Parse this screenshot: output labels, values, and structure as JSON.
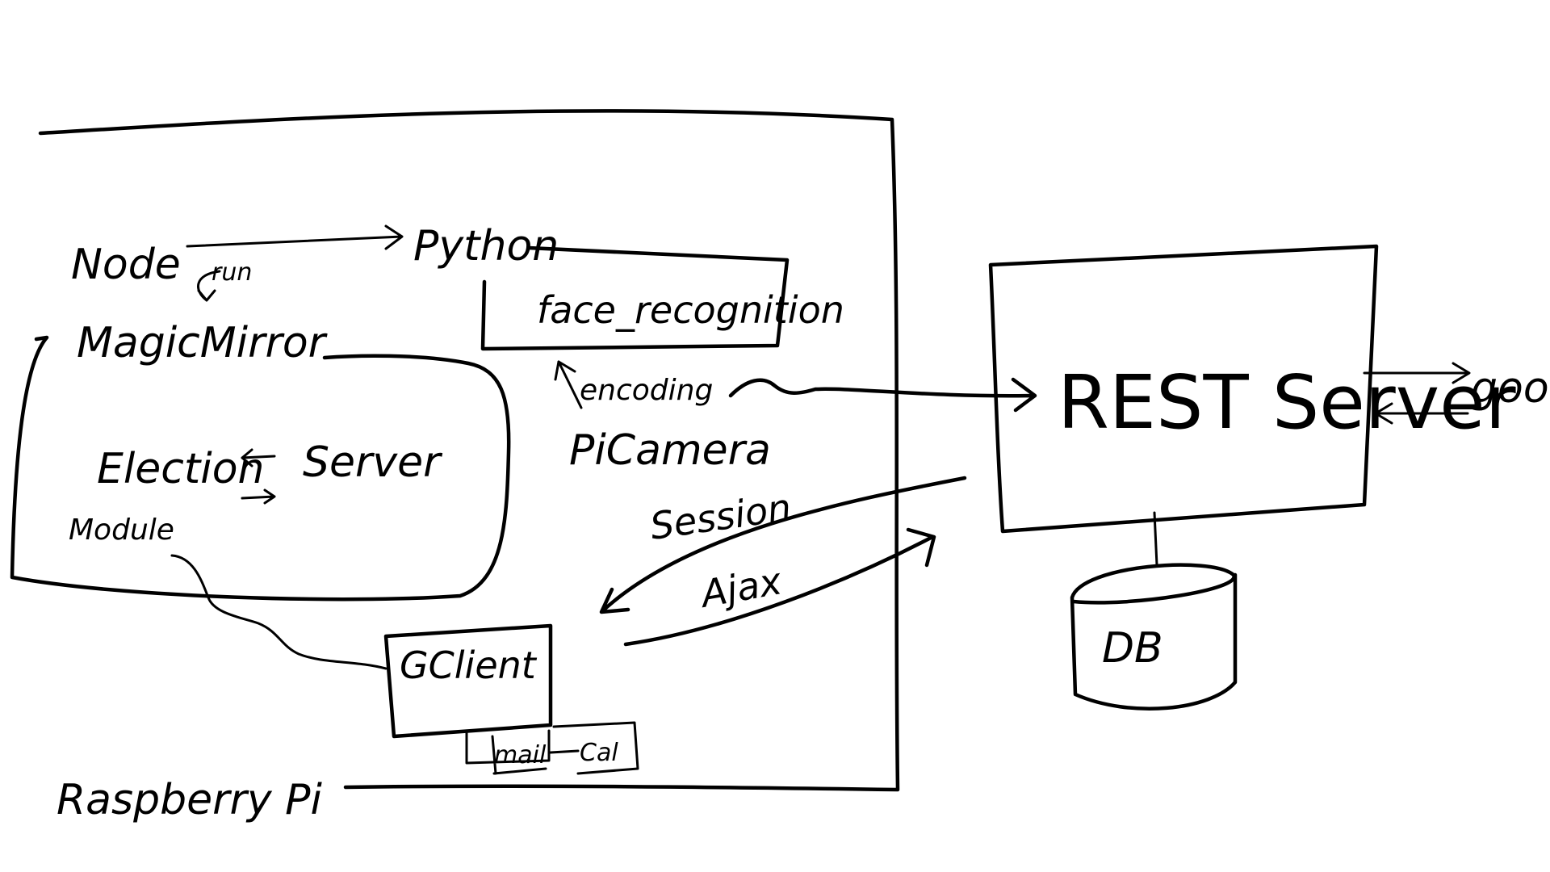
{
  "labels": {
    "node": "Node",
    "run": "run",
    "python": "Python",
    "magic_mirror": "MagicMirror",
    "face_recognition": "face_recognition",
    "encoding": "encoding",
    "pi_camera": "PiCamera",
    "election_module_line1": "Election",
    "election_module_line2": "Module",
    "server_inner": "Server",
    "session": "Session",
    "ajax": "Ajax",
    "gclient": "GClient",
    "mail": "mail",
    "cal": "Cal",
    "raspberry_pi": "Raspberry Pi",
    "rest_server": "REST Server",
    "db": "DB",
    "google": "google"
  }
}
